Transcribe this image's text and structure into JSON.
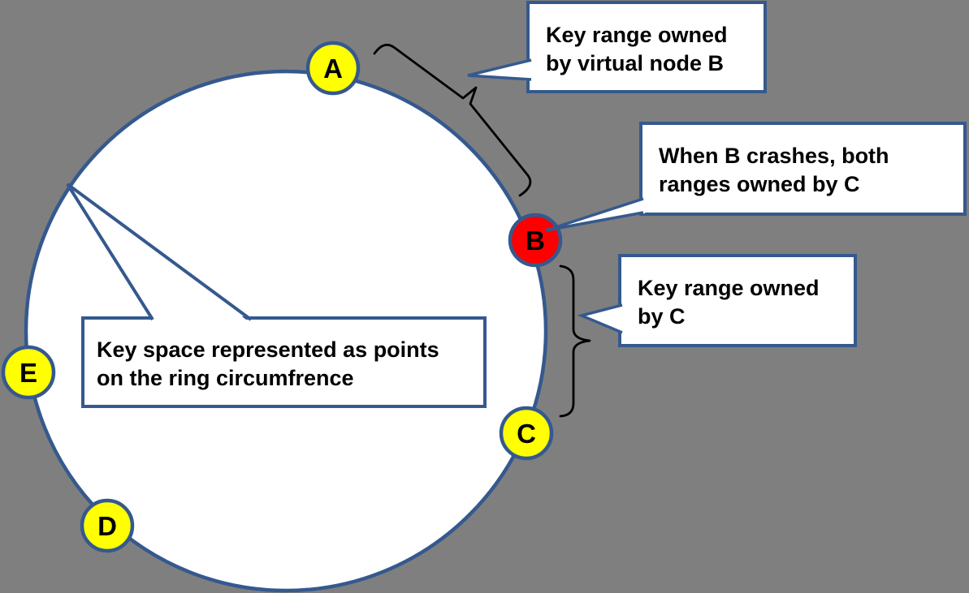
{
  "colors": {
    "background": "#7F7F7F",
    "outline_blue": "#35598E",
    "ring_fill": "#FFFFFF",
    "callout_fill": "#FFFFFF",
    "node_yellow": "#FFFF00",
    "node_red": "#FF0000",
    "bracket_black": "#000000",
    "text_black": "#000000"
  },
  "diagram": {
    "nodes": [
      {
        "label": "A"
      },
      {
        "label": "B"
      },
      {
        "label": "C"
      },
      {
        "label": "D"
      },
      {
        "label": "E"
      }
    ],
    "callouts": {
      "range_b": {
        "line1": "Key range owned",
        "line2": "by virtual node B"
      },
      "b_crash": {
        "line1": "When B crashes, both",
        "line2": "ranges owned by C"
      },
      "range_c": {
        "line1": "Key range owned",
        "line2": "by C"
      },
      "key_space": {
        "line1": "Key space represented as points",
        "line2": "on the ring circumfrence"
      }
    }
  }
}
